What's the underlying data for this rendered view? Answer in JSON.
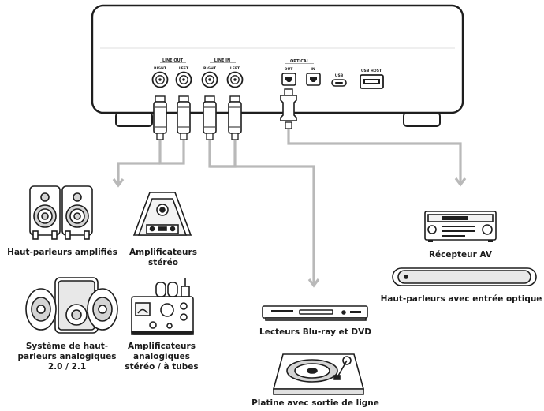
{
  "device": {
    "line_out": "LINE OUT",
    "line_in": "LINE IN",
    "optical": "OPTICAL",
    "right_out": "RIGHT",
    "left_out": "LEFT",
    "right_in": "RIGHT",
    "left_in": "LEFT",
    "optical_out": "OUT",
    "optical_in": "IN",
    "usb": "USB",
    "usb_host": "USB HOST"
  },
  "labels": {
    "powered_speakers": "Haut-parleurs amplifiés",
    "stereo_amps_1": "Amplificateurs",
    "stereo_amps_2": "stéréo",
    "analog_system_1": "Système de haut-",
    "analog_system_2": "parleurs analogiques",
    "analog_system_3": "2.0 / 2.1",
    "tube_amps_1": "Amplificateurs",
    "tube_amps_2": "analogiques",
    "tube_amps_3": "stéréo / à tubes",
    "bluray": "Lecteurs Blu-ray et DVD",
    "turntable": "Platine avec sortie de ligne",
    "av_receiver": "Récepteur AV",
    "optical_speakers": "Haut-parleurs avec entrée optique"
  },
  "colors": {
    "cable": "#b9b9b9",
    "outline": "#1e1e1e",
    "shade": "#d4d4d4"
  }
}
